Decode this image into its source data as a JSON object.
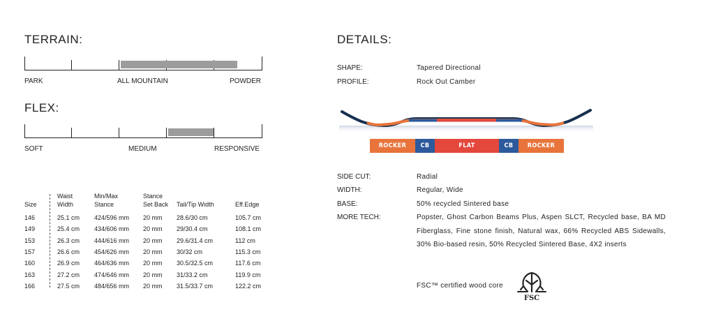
{
  "terrain": {
    "title": "TERRAIN:",
    "labels": [
      "PARK",
      "ALL MOUNTAIN",
      "POWDER"
    ],
    "range": [
      0.4,
      0.9
    ]
  },
  "flex": {
    "title": "FLEX:",
    "labels": [
      "SOFT",
      "MEDIUM",
      "RESPONSIVE"
    ],
    "range": [
      0.6,
      0.8
    ]
  },
  "specs": {
    "headers": [
      [
        "",
        "Size"
      ],
      [
        "Waist",
        "Width"
      ],
      [
        "Min/Max",
        "Stance"
      ],
      [
        "Stance",
        "Set Back"
      ],
      [
        "",
        "Tail/Tip Width"
      ],
      [
        "",
        "Eff.Edge"
      ]
    ],
    "rows": [
      [
        "146",
        "25.1 cm",
        "424/596 mm",
        "20 mm",
        "28.6/30 cm",
        "105.7 cm"
      ],
      [
        "149",
        "25.4 cm",
        "434/606 mm",
        "20 mm",
        "29/30.4 cm",
        "108.1 cm"
      ],
      [
        "153",
        "26.3 cm",
        "444/616 mm",
        "20 mm",
        "29.6/31.4 cm",
        "112 cm"
      ],
      [
        "157",
        "26.6 cm",
        "454/626 mm",
        "20 mm",
        "30/32 cm",
        "115.3 cm"
      ],
      [
        "160",
        "26.9 cm",
        "464/636 mm",
        "20 mm",
        "30.5/32.5 cm",
        "117.6 cm"
      ],
      [
        "163",
        "27.2 cm",
        "474/646 mm",
        "20 mm",
        "31/33.2 cm",
        "119.9 cm"
      ],
      [
        "166",
        "27.5 cm",
        "484/656 mm",
        "20 mm",
        "31.5/33.7 cm",
        "122.2 cm"
      ]
    ]
  },
  "details": {
    "title": "DETAILS:",
    "shape_label": "SHAPE:",
    "shape_value": "Tapered Directional",
    "profile_label": "PROFILE:",
    "profile_value": "Rock Out Camber",
    "profile_segments": [
      "ROCKER",
      "CB",
      "FLAT",
      "CB",
      "ROCKER"
    ],
    "colors": {
      "rocker": "#e8743c",
      "camber": "#2d5a9c",
      "flat": "#e4473c",
      "board_edge": "#17304f"
    },
    "sidecut_label": "SIDE CUT:",
    "sidecut_value": "Radial",
    "width_label": "WIDTH:",
    "width_value": "Regular, Wide",
    "base_label": "BASE:",
    "base_value": "50% recycled Sintered base",
    "tech_label": "MORE TECH:",
    "tech_value": "Popster, Ghost Carbon Beams Plus, Aspen SLCT, Recycled base, BA MD Fiberglass, Fine stone finish, Natural wax, 66% Recycled ABS Sidewalls, 30% Bio-based resin, 50% Recycled Sintered Base, 4X2 inserts",
    "fsc_text": "FSC™ certified wood core",
    "fsc_logo_text": "FSC"
  }
}
